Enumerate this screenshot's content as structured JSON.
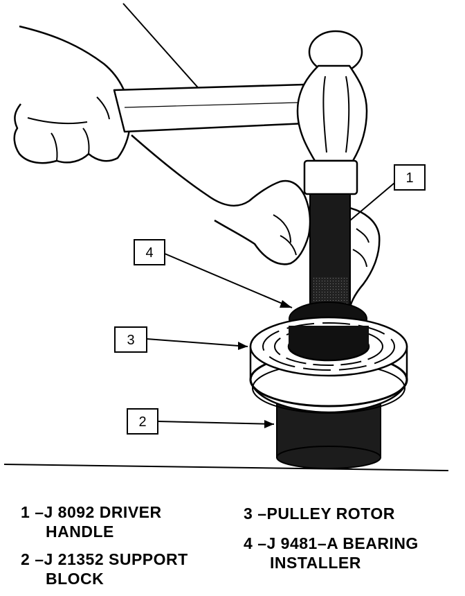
{
  "callouts": [
    {
      "number": "1"
    },
    {
      "number": "2"
    },
    {
      "number": "3"
    },
    {
      "number": "4"
    }
  ],
  "legend": [
    {
      "number": "1",
      "line1": "–J 8092 DRIVER",
      "line2": "HANDLE"
    },
    {
      "number": "2",
      "line1": "–J 21352 SUPPORT",
      "line2": "BLOCK"
    },
    {
      "number": "3",
      "line1": "–PULLEY ROTOR",
      "line2": ""
    },
    {
      "number": "4",
      "line1": "–J 9481–A BEARING",
      "line2": "INSTALLER"
    }
  ]
}
